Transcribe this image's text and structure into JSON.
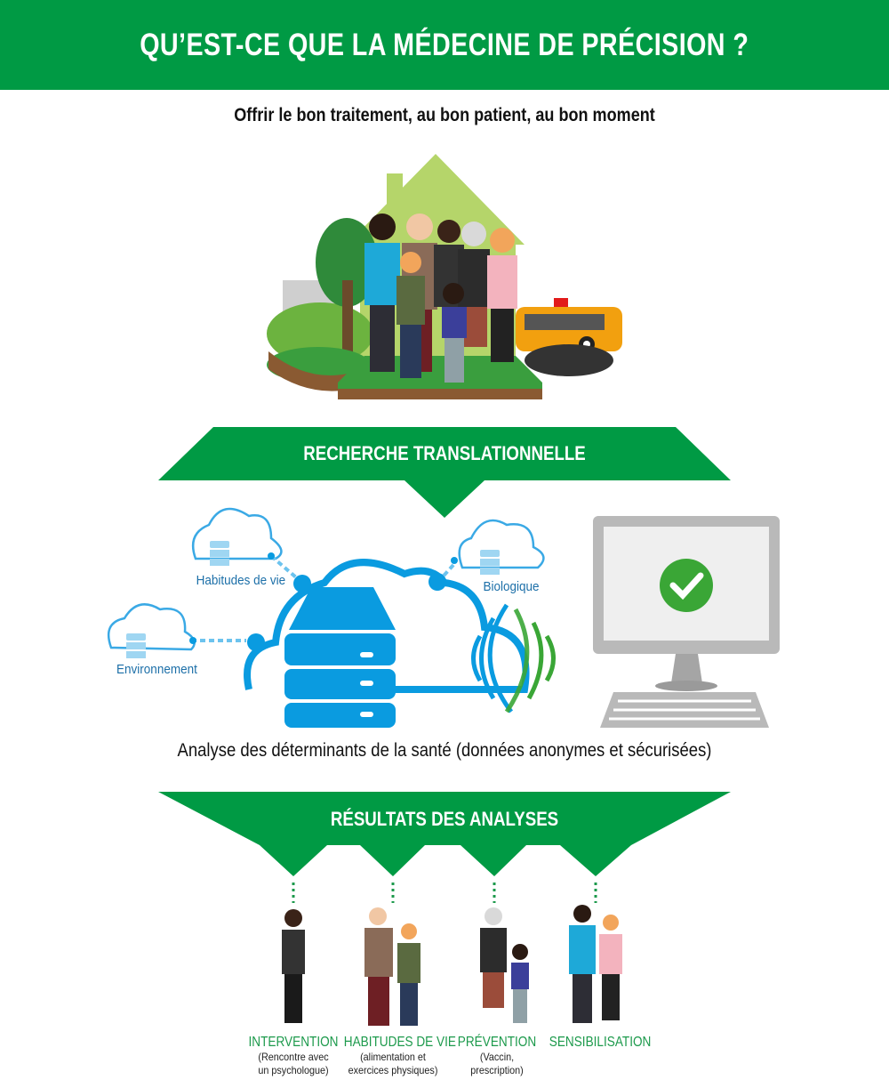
{
  "header": {
    "title": "QU’EST-CE QUE LA MÉDECINE DE PRÉCISION ?"
  },
  "subtitle": "Offrir le bon traitement, au bon patient, au bon moment",
  "banner1": {
    "label": "RECHERCHE TRANSLATIONNELLE"
  },
  "data_sources": {
    "lifestyle": "Habitudes de vie",
    "biological": "Biologique",
    "environment": "Environnement"
  },
  "analysis_caption": "Analyse des déterminants de la santé (données anonymes et sécurisées)",
  "banner2": {
    "label": "RÉSULTATS DES ANALYSES"
  },
  "results": [
    {
      "title": "INTERVENTION",
      "line1": "(Rencontre avec",
      "line2": "un psychologue)"
    },
    {
      "title": "HABITUDES DE VIE",
      "line1": "(alimentation et",
      "line2": "exercices physiques)"
    },
    {
      "title": "PRÉVENTION",
      "line1": "(Vaccin,",
      "line2": "prescription)"
    },
    {
      "title": "SENSIBILISATION",
      "line1": "",
      "line2": ""
    }
  ],
  "colors": {
    "green": "#009a44",
    "blue": "#0a9be0",
    "light_blue": "#9fd6f2"
  }
}
